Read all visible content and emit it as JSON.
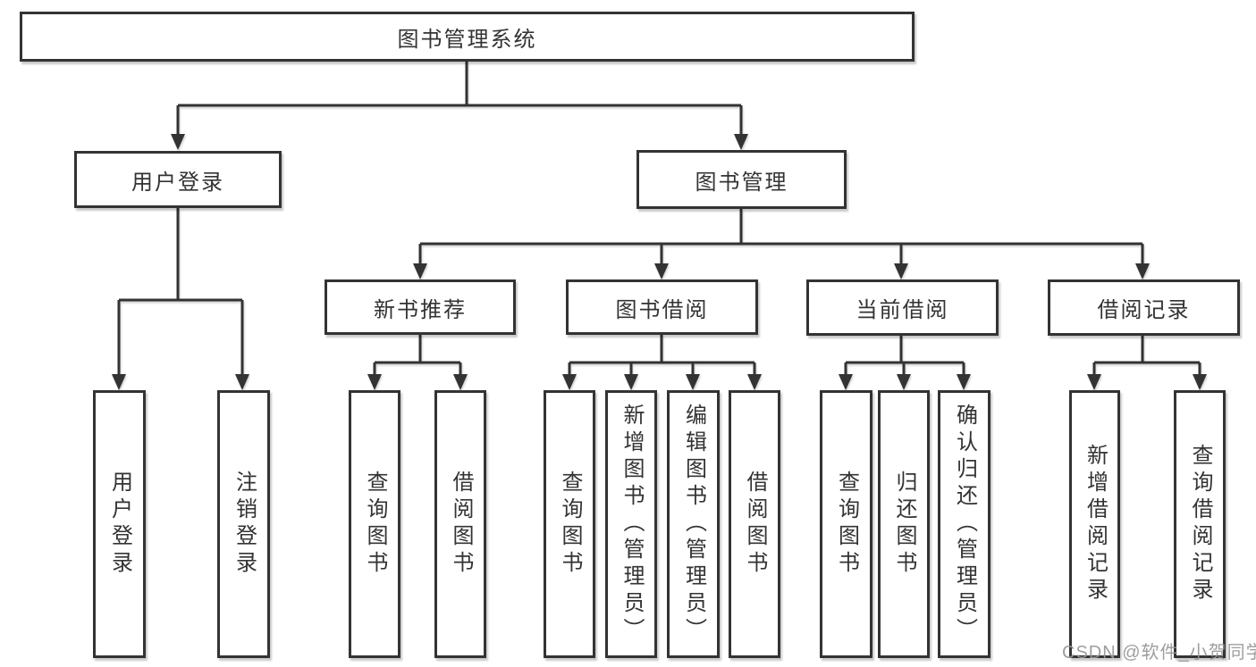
{
  "tree": {
    "label": "图书管理系统",
    "children": [
      {
        "label": "用户登录",
        "children": [
          {
            "label": "用户登录"
          },
          {
            "label": "注销登录"
          }
        ]
      },
      {
        "label": "图书管理",
        "children": [
          {
            "label": "新书推荐",
            "children": [
              {
                "label": "查询图书"
              },
              {
                "label": "借阅图书"
              }
            ]
          },
          {
            "label": "图书借阅",
            "children": [
              {
                "label": "查询图书"
              },
              {
                "label": "新增图书（管理员）"
              },
              {
                "label": "编辑图书（管理员）"
              },
              {
                "label": "借阅图书"
              }
            ]
          },
          {
            "label": "当前借阅",
            "children": [
              {
                "label": "查询图书"
              },
              {
                "label": "归还图书"
              },
              {
                "label": "确认归还（管理员）"
              }
            ]
          },
          {
            "label": "借阅记录",
            "children": [
              {
                "label": "新增借阅记录"
              },
              {
                "label": "查询借阅记录"
              }
            ]
          }
        ]
      }
    ]
  },
  "watermark": {
    "text": "CSDN @软件_小贺同学"
  },
  "colors": {
    "line": "#333333",
    "box_border": "#333333",
    "text": "#333333",
    "watermark": "#969696",
    "background": "#ffffff"
  }
}
